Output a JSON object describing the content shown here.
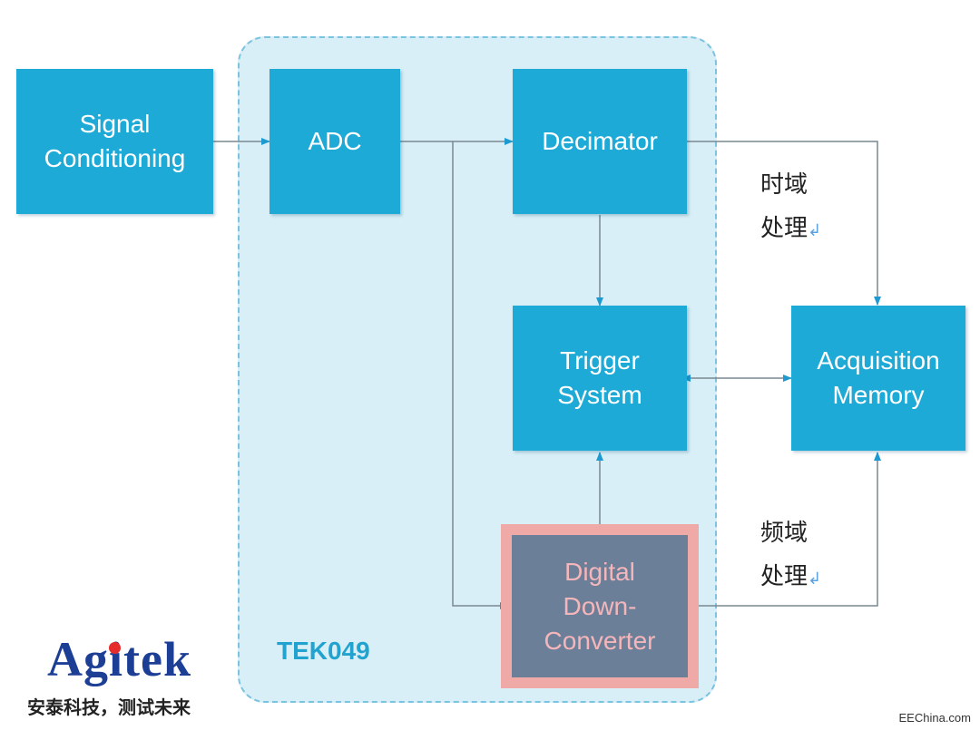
{
  "blocks": {
    "signal_conditioning": "Signal\nConditioning",
    "adc": "ADC",
    "decimator": "Decimator",
    "trigger_system": "Trigger\nSystem",
    "acquisition_memory": "Acquisition\nMemory",
    "digital_down_converter": "Digital\nDown-\nConverter"
  },
  "chip_label": "TEK049",
  "annotations": {
    "time_domain": [
      "时域",
      "处理"
    ],
    "freq_domain": [
      "频域",
      "处理"
    ],
    "return_mark": "↲"
  },
  "logo": {
    "name": "Agitek",
    "tagline": "安泰科技，测试未来"
  },
  "watermark": "EEChina.com",
  "colors": {
    "block": "#1eaad6",
    "chip_bg": "#d8eff7",
    "chip_border": "#7cc3df",
    "wire": "#7a8890",
    "arrow": "#1e9ad0",
    "ddc_fill": "#6c7f99",
    "ddc_outline": "#efaaa8"
  }
}
